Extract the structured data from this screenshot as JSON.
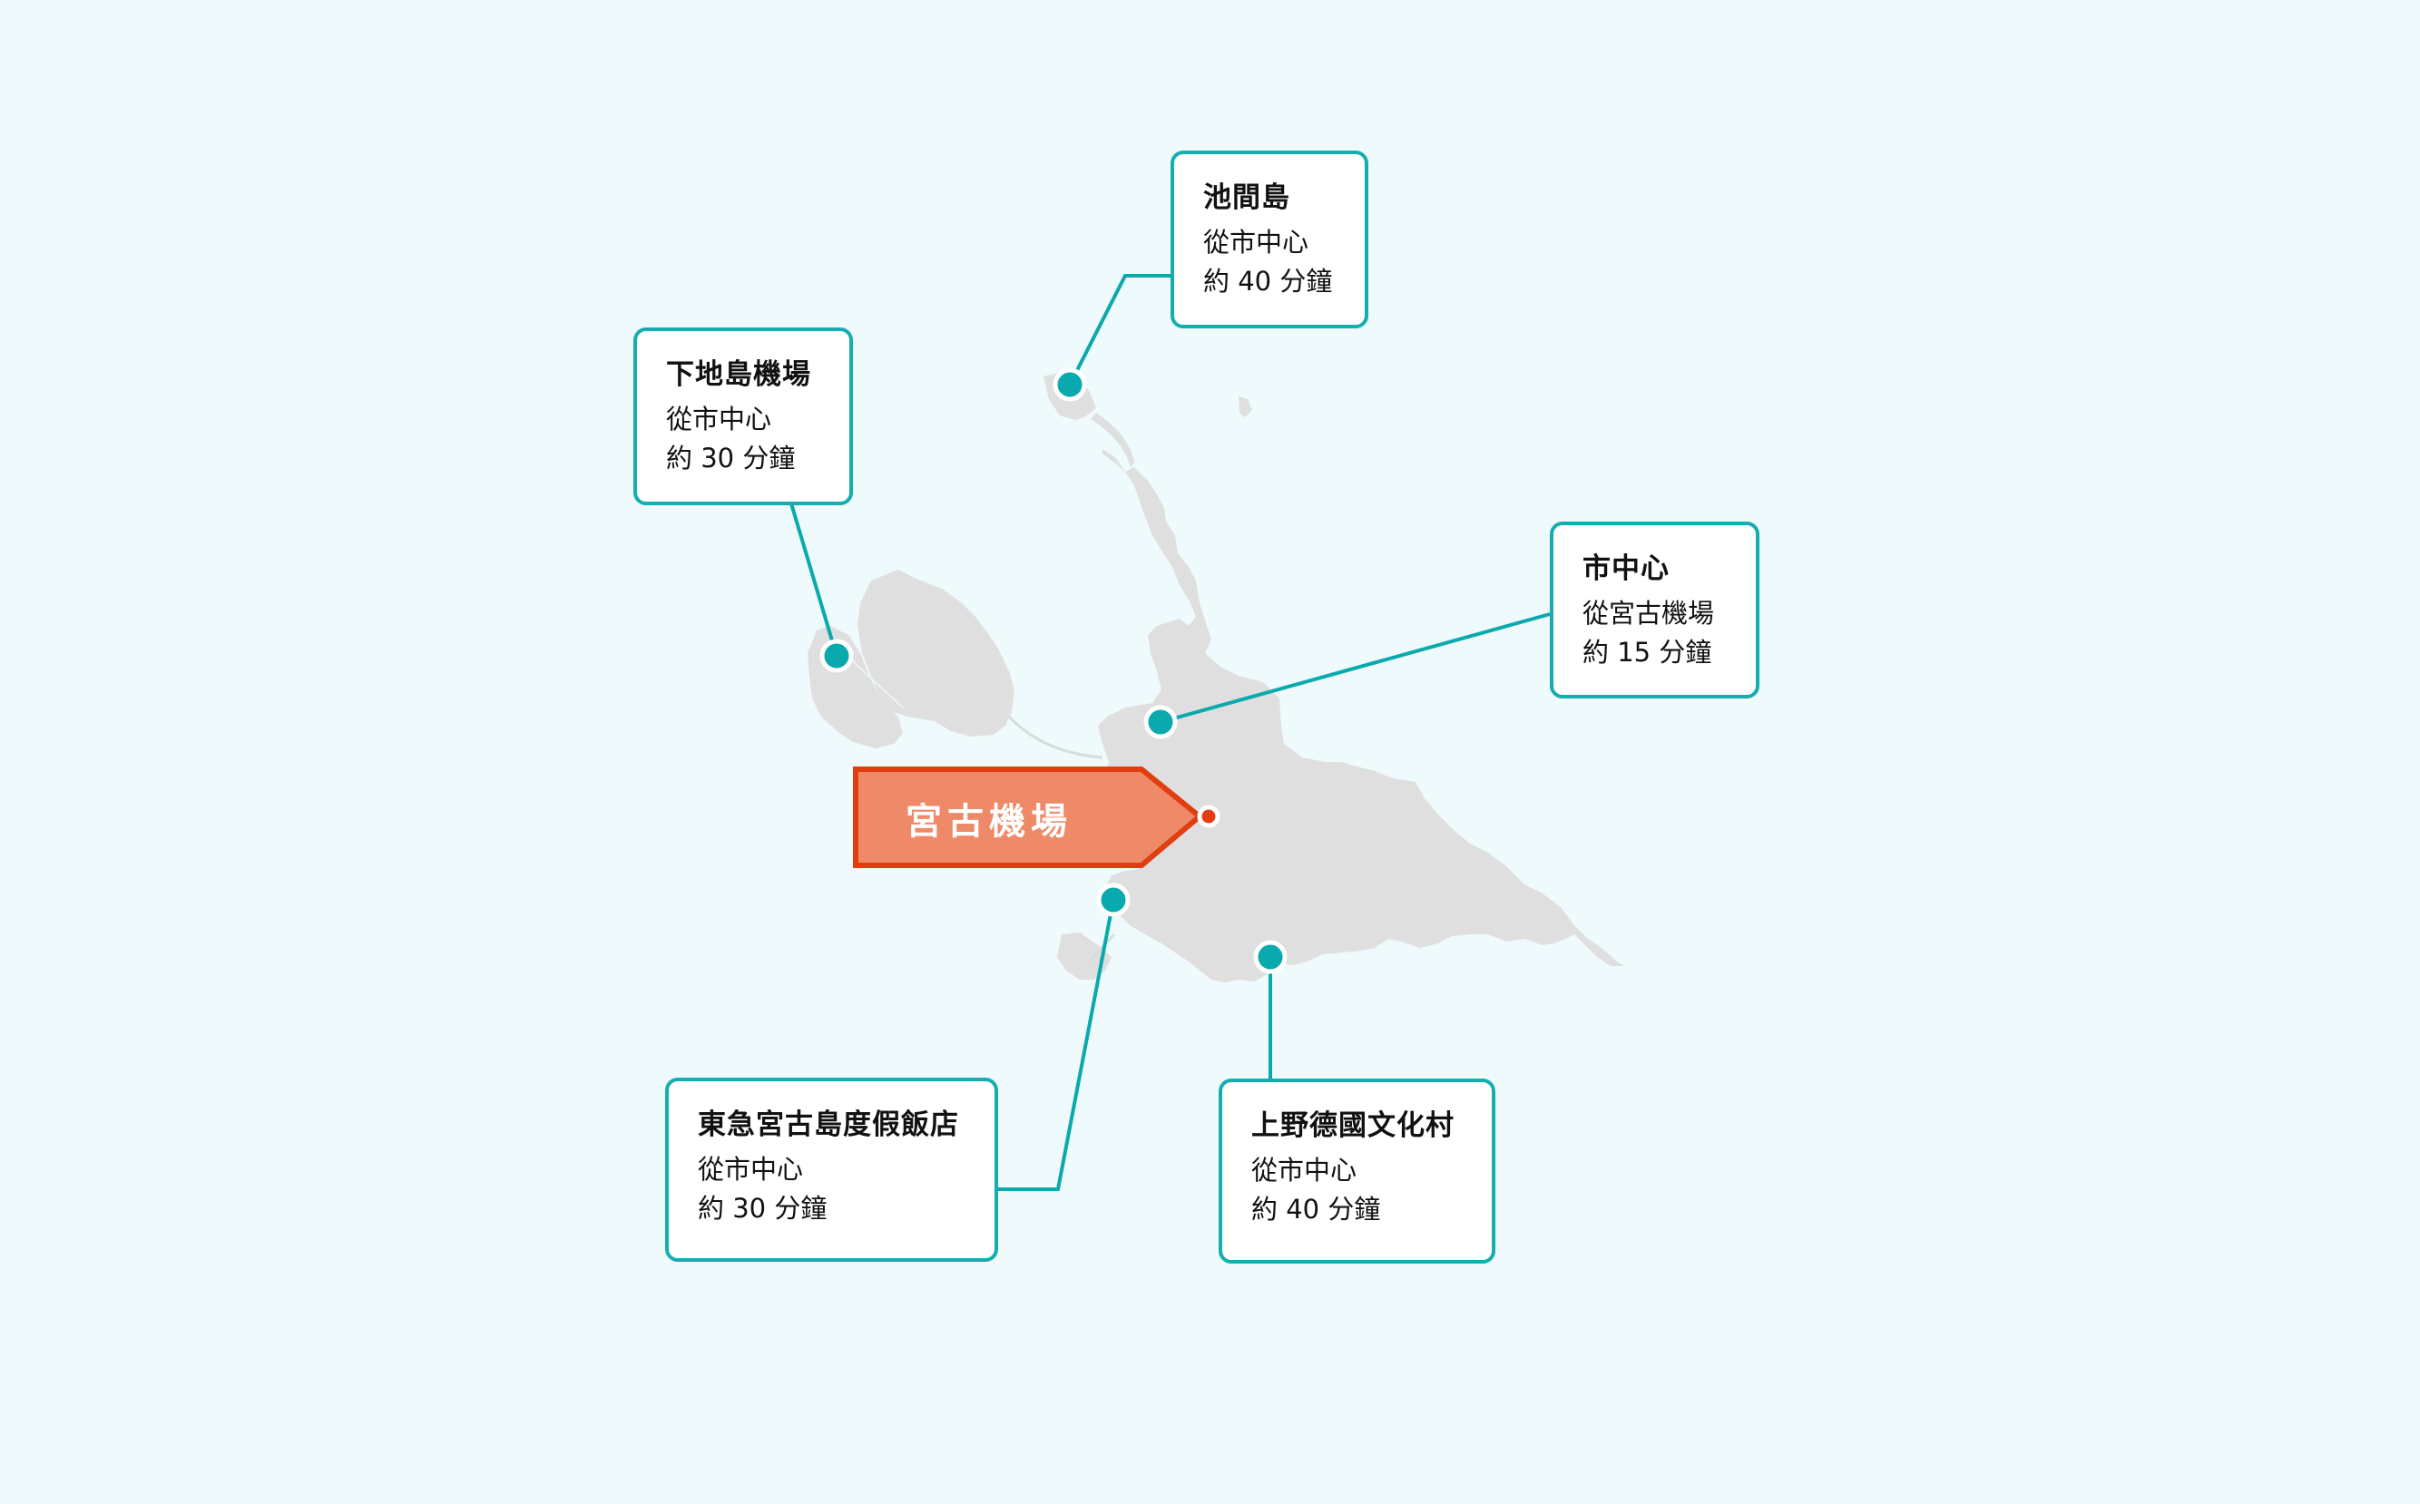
{
  "colors": {
    "background": "#eefafc",
    "land": "#dfdfdf",
    "accent_teal": "#0aa9ad",
    "airport_fill": "#ee8a68",
    "airport_border": "#e03e0f"
  },
  "airport": {
    "label": "宮古機場"
  },
  "locations": [
    {
      "id": "ikema",
      "title": "池間島",
      "line1": "從市中心",
      "line2": "約 40 分鐘"
    },
    {
      "id": "shimojishima-airport",
      "title": "下地島機場",
      "line1": "從市中心",
      "line2": "約 30 分鐘"
    },
    {
      "id": "city-center",
      "title": "市中心",
      "line1": "從宮古機場",
      "line2": "約 15 分鐘"
    },
    {
      "id": "tokyu-resort",
      "title": "東急宮古島度假飯店",
      "line1": "從市中心",
      "line2": "約 30 分鐘"
    },
    {
      "id": "ueno-german-village",
      "title": "上野德國文化村",
      "line1": "從市中心",
      "line2": "約 40 分鐘"
    }
  ]
}
